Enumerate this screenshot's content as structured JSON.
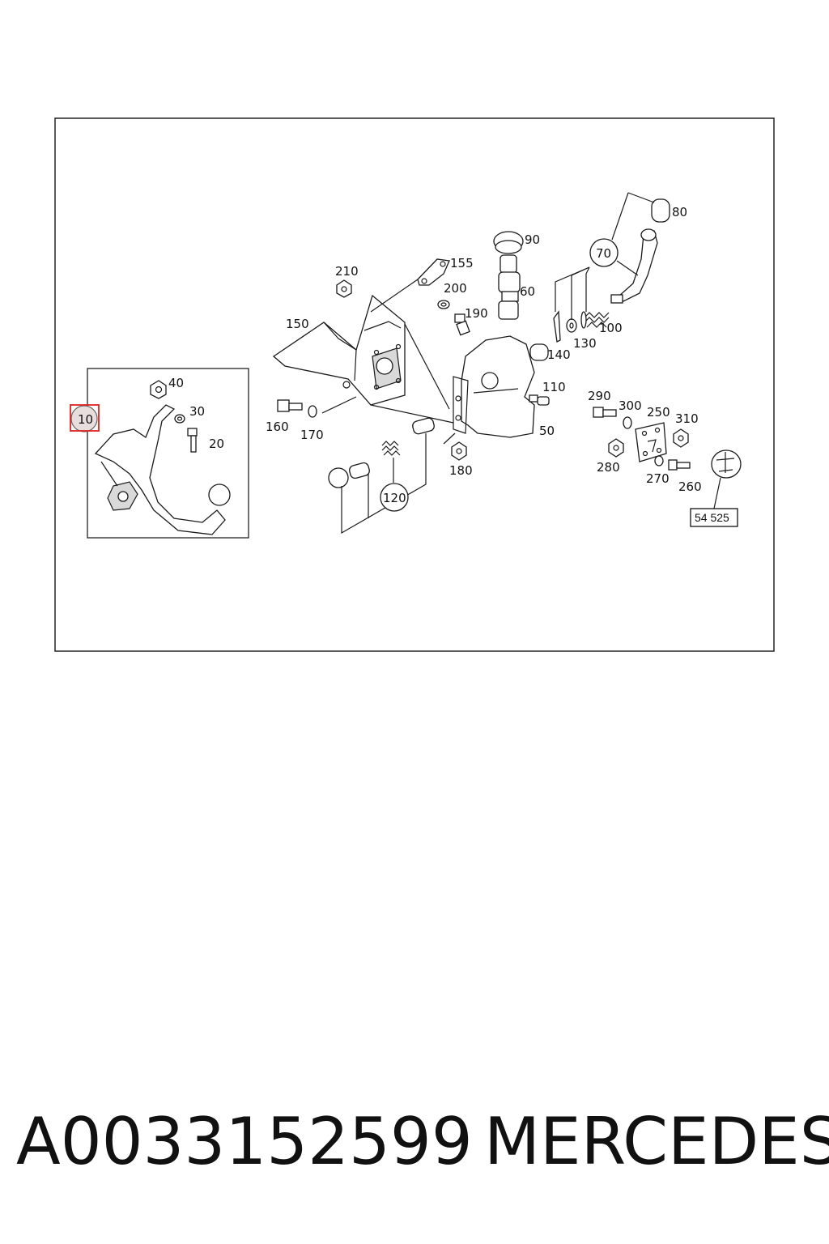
{
  "diagram": {
    "inset_label": "10",
    "callouts": {
      "c20": "20",
      "c30": "30",
      "c40": "40",
      "c50": "50",
      "c60": "60",
      "c70": "70",
      "c80": "80",
      "c90": "90",
      "c100": "100",
      "c110": "110",
      "c120": "120",
      "c130": "130",
      "c140": "140",
      "c150": "150",
      "c155": "155",
      "c160": "160",
      "c170": "170",
      "c180": "180",
      "c190": "190",
      "c200": "200",
      "c210": "210",
      "c250": "250",
      "c260": "260",
      "c270": "270",
      "c280": "280",
      "c290": "290",
      "c300": "300",
      "c310": "310"
    },
    "reference_box": "54 525"
  },
  "caption": {
    "part_number": "A0033152599",
    "brand": "MERCEDES"
  },
  "colors": {
    "highlight": "#e02020",
    "line": "#1a1a1a",
    "inset_fill": "#e8dede"
  }
}
